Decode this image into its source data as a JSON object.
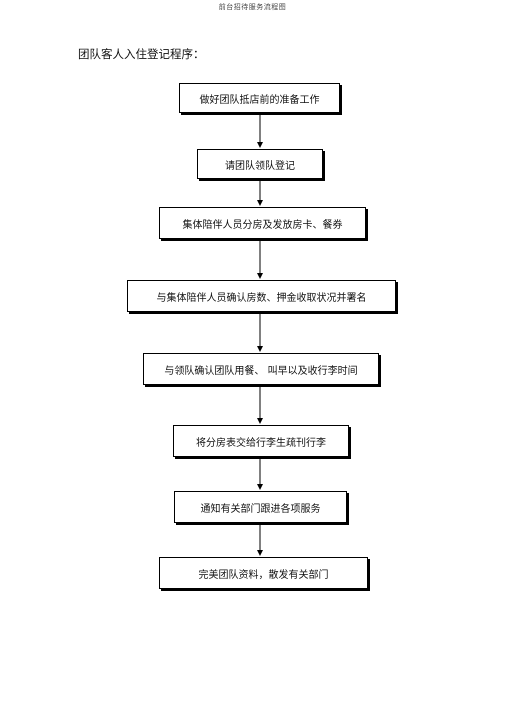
{
  "document": {
    "header": "前台招待服务流程图",
    "section_title": "团队客人入住登记程序："
  },
  "flowchart": {
    "steps": [
      {
        "label": "做好团队抵店前的准备工作"
      },
      {
        "label": "请团队领队登记"
      },
      {
        "label": "集体陪伴人员分房及发放房卡、餐券"
      },
      {
        "label": "与集体陪伴人员确认房数、押金收取状况并署名"
      },
      {
        "label": "与领队确认团队用餐、 叫早以及收行李时间"
      },
      {
        "label": "将分房表交给行李生疏刊行李"
      },
      {
        "label": "通知有关部门跟进各项服务"
      },
      {
        "label": "完美团队资料，散发有关部门"
      }
    ]
  }
}
